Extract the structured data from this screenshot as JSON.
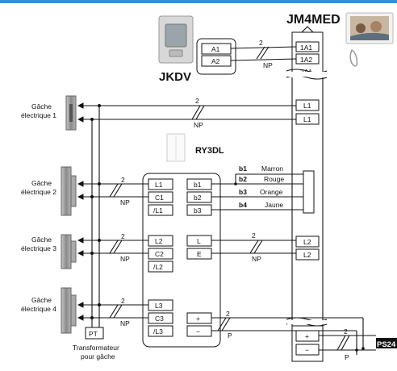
{
  "devices": {
    "monitor": "JM4MED",
    "door_station": "JKDV",
    "relay": "RY3DL",
    "power_supply": "PS24"
  },
  "gaches": [
    {
      "line1": "Gâche",
      "line2": "électrique 1"
    },
    {
      "line1": "Gâche",
      "line2": "électrique 2"
    },
    {
      "line1": "Gâche",
      "line2": "électrique 3"
    },
    {
      "line1": "Gâche",
      "line2": "électrique 4"
    }
  ],
  "transformer": {
    "code": "PT",
    "line1": "Transformateur",
    "line2": "pour gâche"
  },
  "terminals": {
    "door_station": [
      "A1",
      "A2"
    ],
    "monitor_top": [
      "1A1",
      "1A2",
      "2A1"
    ],
    "monitor_l": [
      "L1",
      "L1"
    ],
    "monitor_l2": [
      "L2",
      "L2"
    ],
    "monitor_power": [
      "+",
      "−"
    ],
    "relay_left_1": [
      "L1",
      "C1",
      "/L1"
    ],
    "relay_left_2": [
      "L2",
      "C2",
      "/L2"
    ],
    "relay_left_3": [
      "L3",
      "C3",
      "/L3"
    ],
    "relay_right_b": [
      "b1",
      "b2",
      "b3"
    ],
    "relay_right_le": [
      "L",
      "E"
    ],
    "relay_right_pm": [
      "+",
      "−"
    ]
  },
  "wire_colors": [
    {
      "code": "b1",
      "name": "Marron"
    },
    {
      "code": "b2",
      "name": "Rouge"
    },
    {
      "code": "b3",
      "name": "Orange"
    },
    {
      "code": "b4",
      "name": "Jaune"
    }
  ],
  "cable_marks": {
    "count": "2",
    "np": "NP",
    "p": "P"
  }
}
